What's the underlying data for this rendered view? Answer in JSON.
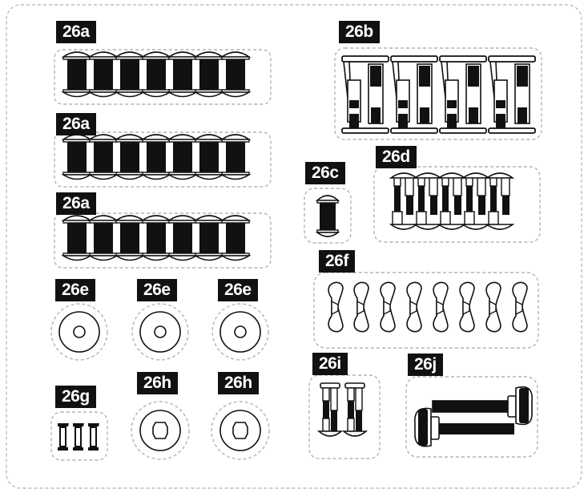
{
  "colors": {
    "ink": "#111111",
    "dash": "#b3b3b3",
    "paper": "#ffffff"
  },
  "labels": {
    "a1": "26a",
    "a2": "26a",
    "a3": "26a",
    "b": "26b",
    "c": "26c",
    "d": "26d",
    "e1": "26e",
    "e2": "26e",
    "e3": "26e",
    "f": "26f",
    "g": "26g",
    "h1": "26h",
    "h2": "26h",
    "i": "26i",
    "j": "26j"
  },
  "icons": {
    "a": "barrel-bolt-pair-icon",
    "b": "cam-connector-bolt-icon",
    "c": "single-barrel-bolt-icon",
    "d": "connector-screw-icon",
    "e": "flat-washer-icon",
    "f": "wing-nut-icon",
    "g": "threaded-insert-icon",
    "h": "hex-cap-nut-icon",
    "i": "shelf-pin-bolt-icon",
    "j": "thumb-screw-icon"
  }
}
